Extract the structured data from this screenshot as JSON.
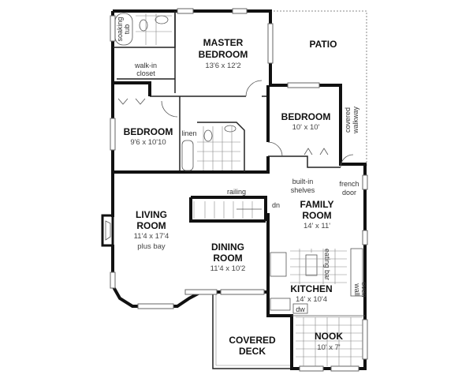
{
  "rooms": {
    "master_bedroom": {
      "name_1": "MASTER",
      "name_2": "BEDROOM",
      "size": "13'6 x 12'2"
    },
    "patio": {
      "name": "PATIO"
    },
    "bedroom_right": {
      "name": "BEDROOM",
      "size": "10' x 10'"
    },
    "bedroom_left": {
      "name": "BEDROOM",
      "size": "9'6 x 10'10"
    },
    "family_room": {
      "name_1": "FAMILY",
      "name_2": "ROOM",
      "size": "14' x 11'"
    },
    "living_room": {
      "name_1": "LIVING",
      "name_2": "ROOM",
      "size": "11'4 x 17'4",
      "note": "plus bay"
    },
    "dining_room": {
      "name_1": "DINING",
      "name_2": "ROOM",
      "size": "11'4 x 10'2"
    },
    "kitchen": {
      "name": "KITCHEN",
      "size": "14' x 10'4"
    },
    "nook": {
      "name": "NOOK",
      "size": "10' x 7'"
    },
    "covered_deck": {
      "name_1": "COVERED",
      "name_2": "DECK"
    }
  },
  "labels": {
    "soaking_tub_1": "soaking",
    "soaking_tub_2": "tub",
    "walk_in_1": "walk-in",
    "walk_in_2": "closet",
    "linen": "linen",
    "covered_walkway_1": "covered",
    "covered_walkway_2": "walkway",
    "built_in_1": "built-in",
    "built_in_2": "shelves",
    "french_1": "french",
    "french_2": "door",
    "railing": "railing",
    "dn": "dn",
    "eating_bar": "eating bar",
    "wall_oven_1": "wall",
    "wall_oven_2": "oven",
    "dw": "dw"
  }
}
